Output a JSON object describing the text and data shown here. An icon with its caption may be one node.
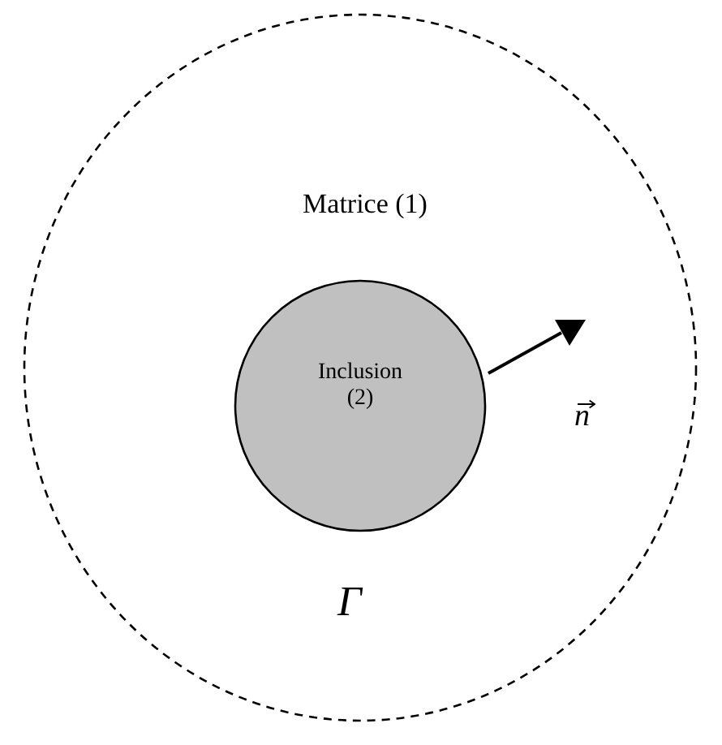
{
  "diagram": {
    "nodes": [
      {
        "text": [
          "Matrice (1)"
        ]
      },
      {
        "text": [
          "Inclusion (2)"
        ],
        "in": 0
      }
    ],
    "labels": [
      "n",
      "Γ"
    ]
  }
}
